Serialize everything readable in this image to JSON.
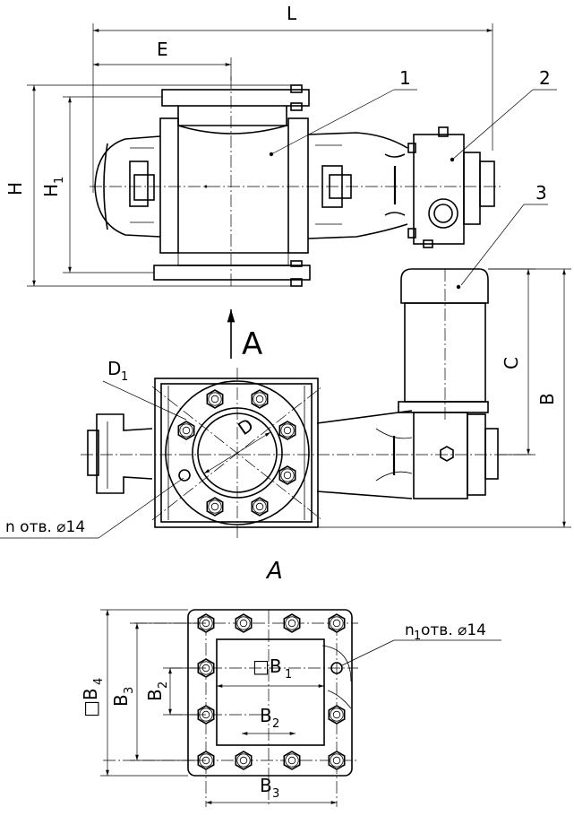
{
  "labels": {
    "L": "L",
    "E": "E",
    "H": "H",
    "H1_main": "H",
    "H1_sub": "1",
    "part1": "1",
    "part2": "2",
    "part3": "3",
    "C": "C",
    "B": "B",
    "D1_main": "D",
    "D1_sub": "1",
    "D": "D",
    "arrow_A": "A",
    "view_A": "A",
    "holes_note": "n отв. ⌀14",
    "holes1_main": "n",
    "holes1_sub": "1",
    "holes1_rest": " отв. ⌀14",
    "B4_main": "□B",
    "B4_sub": "4",
    "B3_left_main": "B",
    "B3_left_sub": "3",
    "B2_left_main": "B",
    "B2_left_sub": "2",
    "B1_main": "□B",
    "B1_sub": "1",
    "B2_main": "B",
    "B2_sub": "2",
    "B3_main": "B",
    "B3_sub": "3"
  }
}
